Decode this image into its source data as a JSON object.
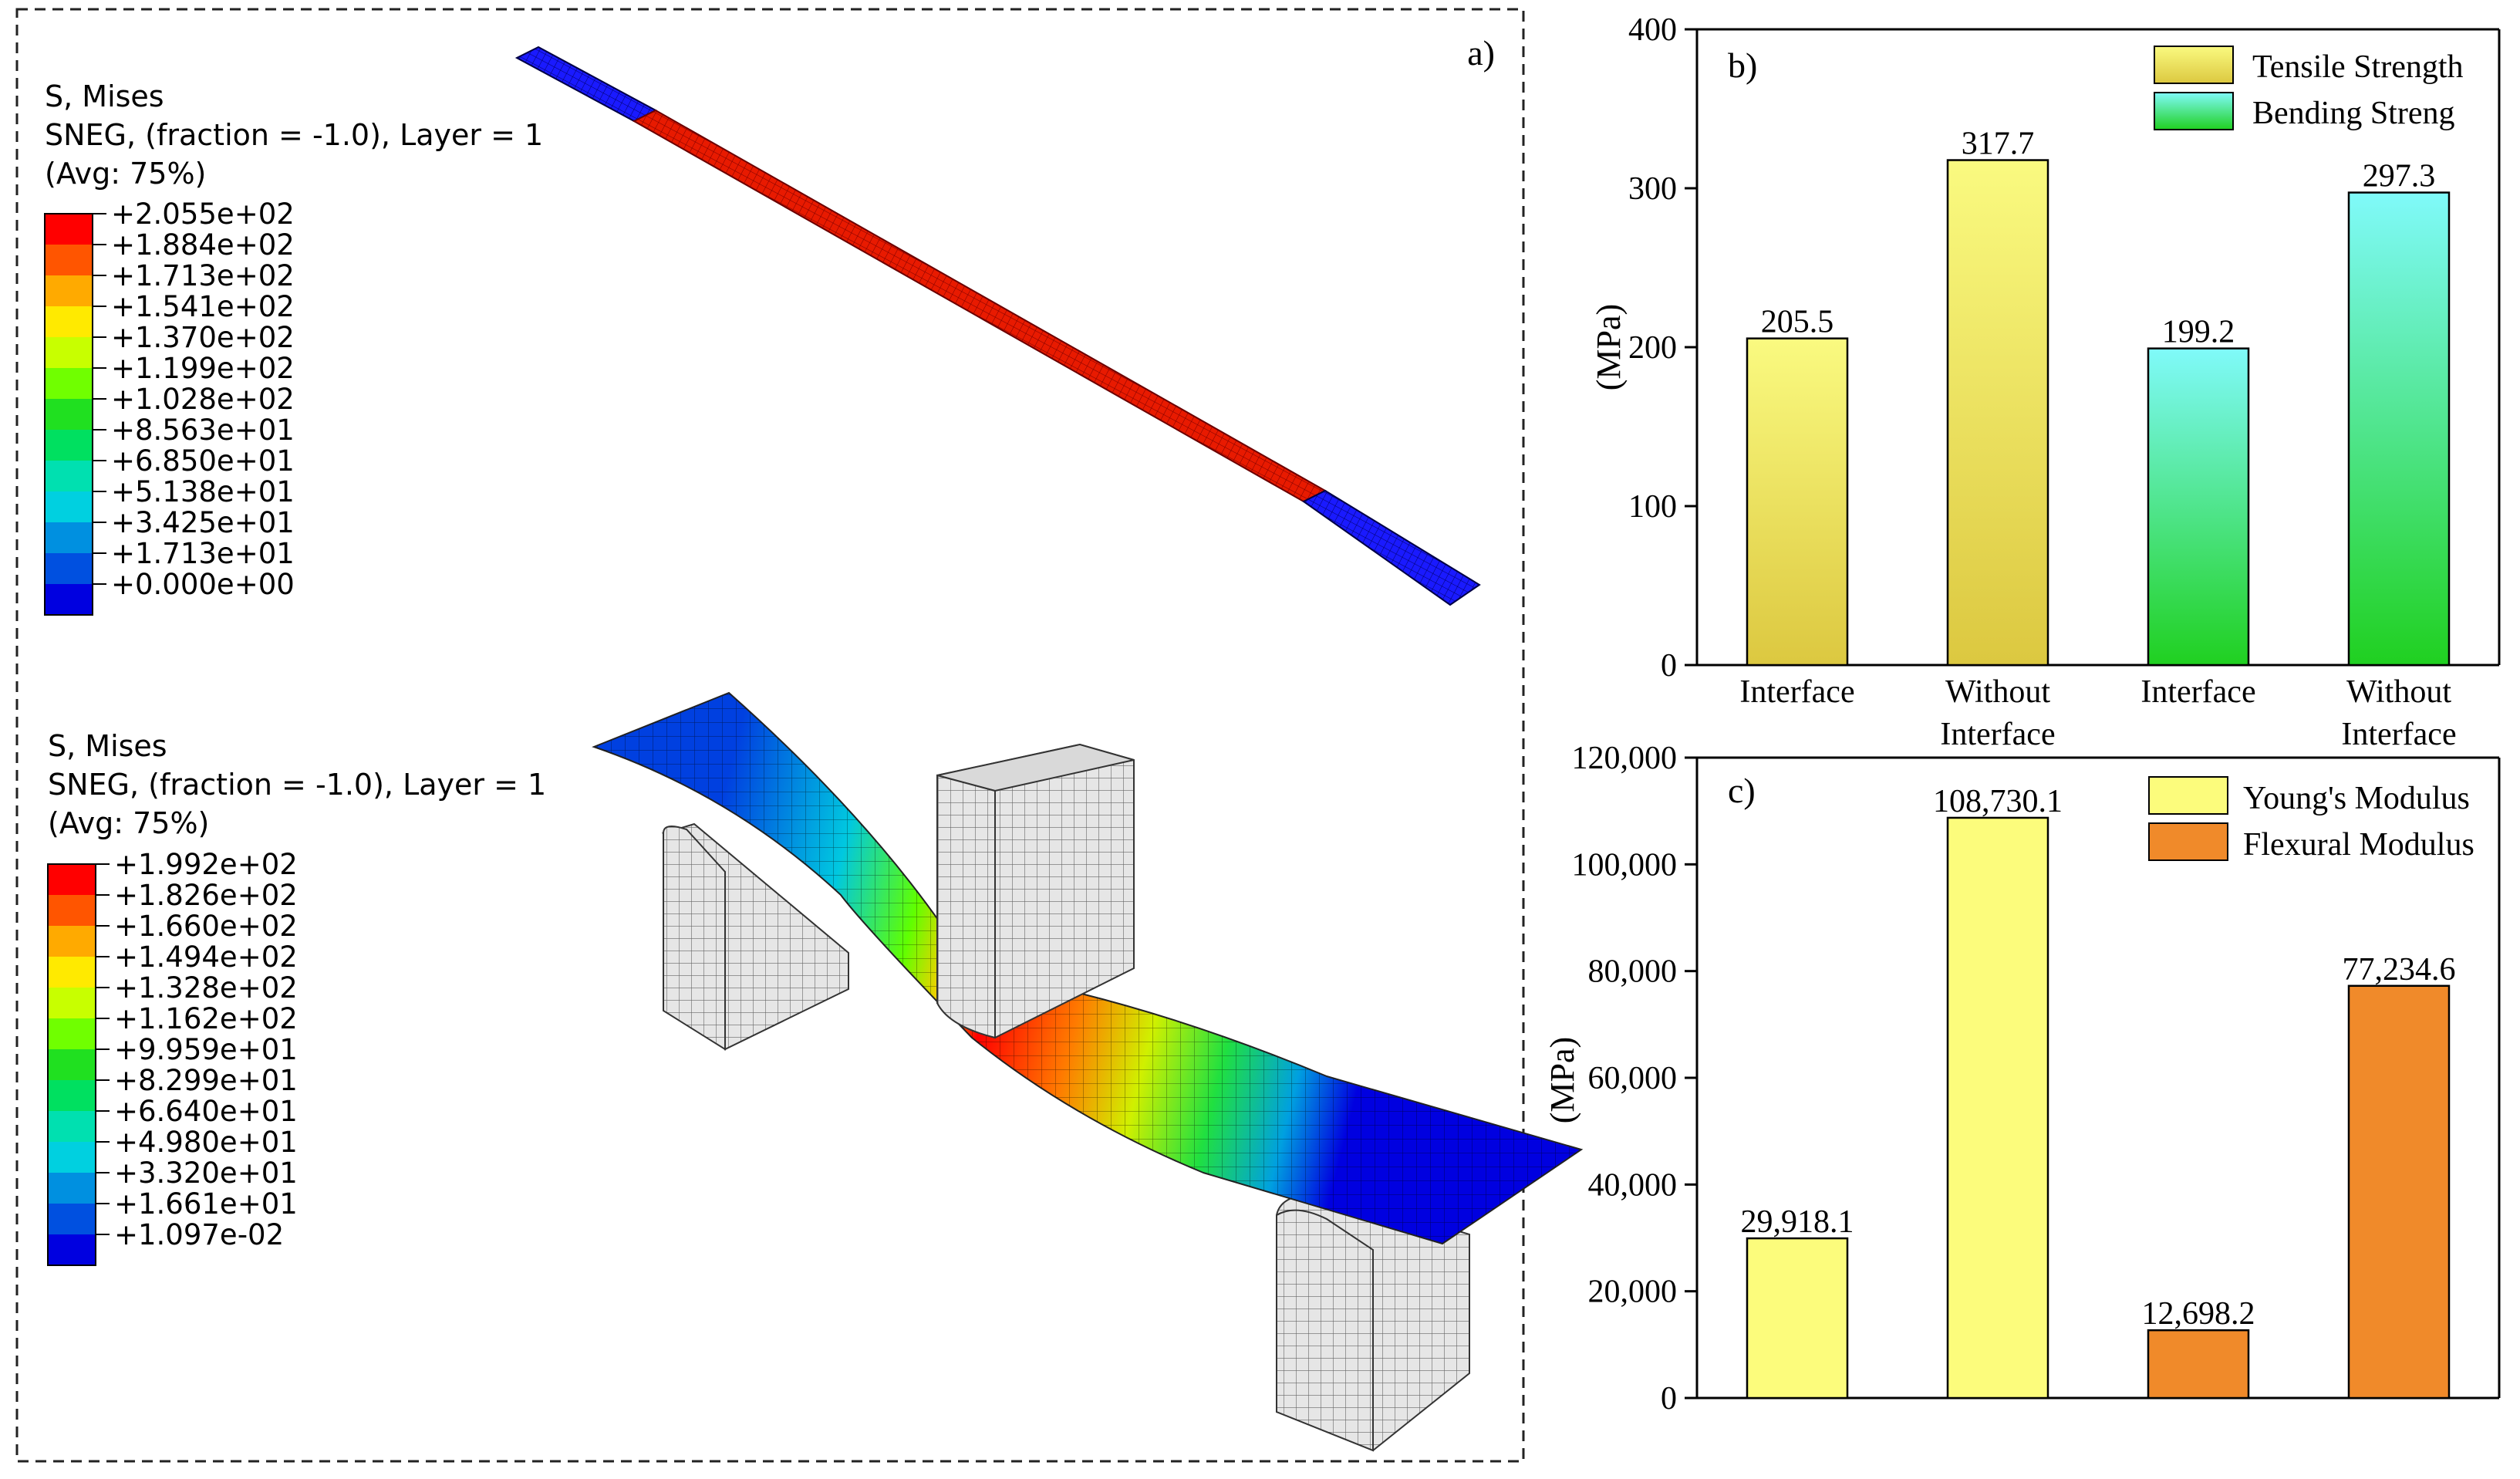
{
  "panel_a": {
    "tag": "a)",
    "legend_top": {
      "line1": "S, Mises",
      "line2": "SNEG, (fraction = -1.0), Layer = 1",
      "line3": "(Avg: 75%)",
      "values": [
        "+2.055e+02",
        "+1.884e+02",
        "+1.713e+02",
        "+1.541e+02",
        "+1.370e+02",
        "+1.199e+02",
        "+1.028e+02",
        "+8.563e+01",
        "+6.850e+01",
        "+5.138e+01",
        "+3.425e+01",
        "+1.713e+01",
        "+0.000e+00"
      ]
    },
    "legend_bottom": {
      "line1": "S, Mises",
      "line2": "SNEG, (fraction = -1.0), Layer = 1",
      "line3": "(Avg: 75%)",
      "values": [
        "+1.992e+02",
        "+1.826e+02",
        "+1.660e+02",
        "+1.494e+02",
        "+1.328e+02",
        "+1.162e+02",
        "+9.959e+01",
        "+8.299e+01",
        "+6.640e+01",
        "+4.980e+01",
        "+3.320e+01",
        "+1.661e+01",
        "+1.097e-02"
      ]
    },
    "colormap": [
      "#ff0000",
      "#ff5500",
      "#ffaa00",
      "#ffea00",
      "#c8ff00",
      "#70ff00",
      "#20e020",
      "#00e060",
      "#00e0b0",
      "#00d0e0",
      "#0090e0",
      "#0050e0",
      "#0000e0"
    ]
  },
  "chart_data": [
    {
      "type": "bar",
      "tag": "b)",
      "categories": [
        [
          "Interface"
        ],
        [
          "Without",
          "Interface"
        ],
        [
          "Interface"
        ],
        [
          "Without",
          "Interface"
        ]
      ],
      "values": [
        205.5,
        317.7,
        199.2,
        297.3
      ],
      "labels": [
        "205.5",
        "317.7",
        "199.2",
        "297.3"
      ],
      "series": [
        {
          "name": "Tensile Strength",
          "indices": [
            0,
            1
          ],
          "colors": [
            "#fafa80",
            "#dcc840"
          ]
        },
        {
          "name": "Bending Streng",
          "indices": [
            2,
            3
          ],
          "colors": [
            "#80fafa",
            "#20d020"
          ]
        }
      ],
      "ylabel": "(MPa)",
      "ylim": [
        0,
        400
      ],
      "yticks": [
        0,
        100,
        200,
        300,
        400
      ],
      "ytick_labels": [
        "0",
        "100",
        "200",
        "300",
        "400"
      ],
      "legend": "top-right"
    },
    {
      "type": "bar",
      "tag": "c)",
      "categories": [],
      "values": [
        29918.1,
        108730.1,
        12698.2,
        77234.6
      ],
      "labels": [
        "29,918.1",
        "108,730.1",
        "12,698.2",
        "77,234.6"
      ],
      "series": [
        {
          "name": "Young's Modulus",
          "indices": [
            0,
            1
          ],
          "color": "#fcfc7c"
        },
        {
          "name": "Flexural Modulus",
          "indices": [
            2,
            3
          ],
          "color": "#f08a2a"
        }
      ],
      "ylabel": "(MPa)",
      "ylim": [
        0,
        120000
      ],
      "yticks": [
        0,
        20000,
        40000,
        60000,
        80000,
        100000,
        120000
      ],
      "ytick_labels": [
        "0",
        "20,000",
        "40,000",
        "60,000",
        "80,000",
        "100,000",
        "120,000"
      ],
      "legend": "top-right"
    }
  ]
}
